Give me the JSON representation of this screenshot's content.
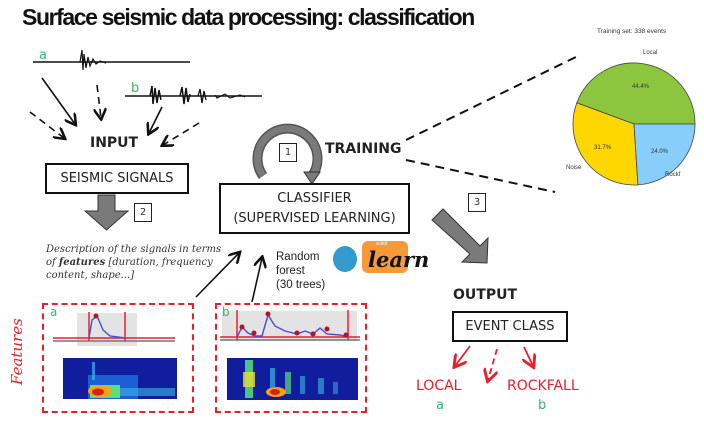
{
  "title": "Surface seismic data processing: classification",
  "signals": {
    "label_a": "a",
    "label_b": "b"
  },
  "input": {
    "heading": "INPUT",
    "box_label": "SEISMIC SIGNALS"
  },
  "steps": {
    "step1": "1",
    "step2": "2",
    "step3": "3"
  },
  "description": {
    "part1": "Description of the signals in terms of ",
    "bold": "features",
    "part2": " [duration, frequency content, shape...]"
  },
  "training": {
    "heading": "TRAINING"
  },
  "classifier": {
    "line1": "CLASSIFIER",
    "line2": "(SUPERVISED LEARNING)"
  },
  "random_forest": {
    "line1": "Random",
    "line2": "forest",
    "line3": "(30 trees)"
  },
  "sklearn_logo": {
    "small_text": "scikit",
    "text": "learn",
    "colors": {
      "blue": "#3499cd",
      "orange": "#f89939"
    }
  },
  "features_panel": {
    "label": "Features",
    "label_a": "a",
    "label_b": "b"
  },
  "output": {
    "heading": "OUTPUT",
    "box_label": "EVENT CLASS"
  },
  "results": {
    "local": "LOCAL",
    "local_sub": "a",
    "rockfall": "ROCKFALL",
    "rockfall_sub": "b"
  },
  "colors": {
    "accent_red": "#e8202a",
    "label_green": "#3bb36b",
    "arrow_gray": "#7a7a7a"
  },
  "chart_data": {
    "type": "pie",
    "title": "Training set: 338 events",
    "slices": [
      {
        "label": "Local",
        "value": 44.4,
        "color": "#8cc63f"
      },
      {
        "label": "Rockf",
        "value": 24.0,
        "color": "#87cefa"
      },
      {
        "label": "Noise",
        "value": 31.7,
        "color": "#ffd700"
      }
    ],
    "slice_labels": [
      "44.4%",
      "24.0%",
      "31.7%"
    ],
    "legend": "none"
  }
}
